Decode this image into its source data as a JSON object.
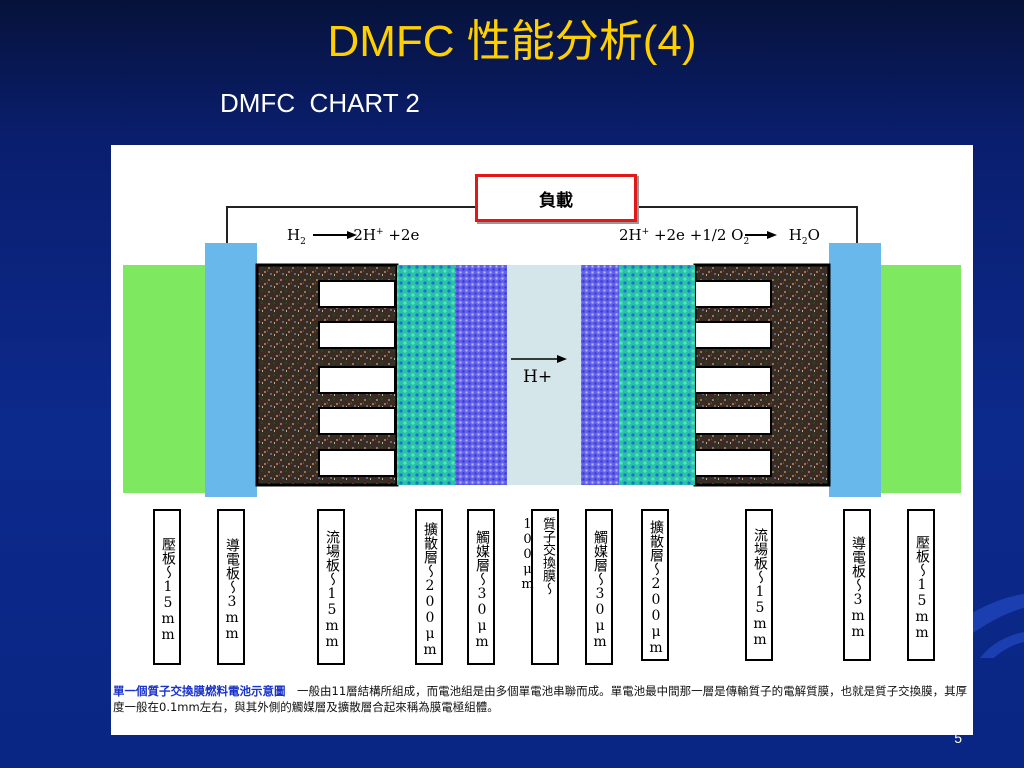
{
  "slide": {
    "title": "DMFC 性能分析(4)",
    "subtitle": "DMFC  CHART 2",
    "page_number": "5"
  },
  "figure": {
    "load_label": "負載",
    "anode_reaction": {
      "reactant": "H",
      "reactant_sub": "2",
      "products": "2H",
      "products_sup": "+",
      "products_tail": " +2e"
    },
    "cathode_reaction": {
      "lhs": "2H",
      "lhs_sup": "+",
      "lhs_mid": " +2e +1/2 O",
      "lhs_sub": "2",
      "rhs": "H",
      "rhs_sub": "2",
      "rhs_tail": "O"
    },
    "proton_label": "H+",
    "layer_labels": [
      "壓板～15mm",
      "導電板～3mm",
      "流場板～15mm",
      "擴散層～200μm",
      "觸媒層～30μm",
      "質子交換膜～100μm",
      "觸媒層～30μm",
      "擴散層～200μm",
      "流場板～15mm",
      "導電板～3mm",
      "壓板～15mm"
    ],
    "caption_title": "單一個質子交換膜燃料電池示意圖",
    "caption_body": "　一般由11層結構所組成，而電池組是由多個單電池串聯而成。單電池最中間那一層是傳輸質子的電解質膜，也就是質子交換膜，其厚度一般在0.1mm左右，與其外側的觸媒層及擴散層合起來稱為膜電極組體。"
  },
  "colors": {
    "title": "#ffd000",
    "background": "#0a2280",
    "press_plate": "#7ee860",
    "conductive_plate": "#69b8ec",
    "diffusion_layer": "#22b8a0",
    "catalyst_layer": "#5a5ae6",
    "membrane": "#d4e6ea",
    "load_border": "#e01818",
    "caption_title": "#1a33c8"
  }
}
